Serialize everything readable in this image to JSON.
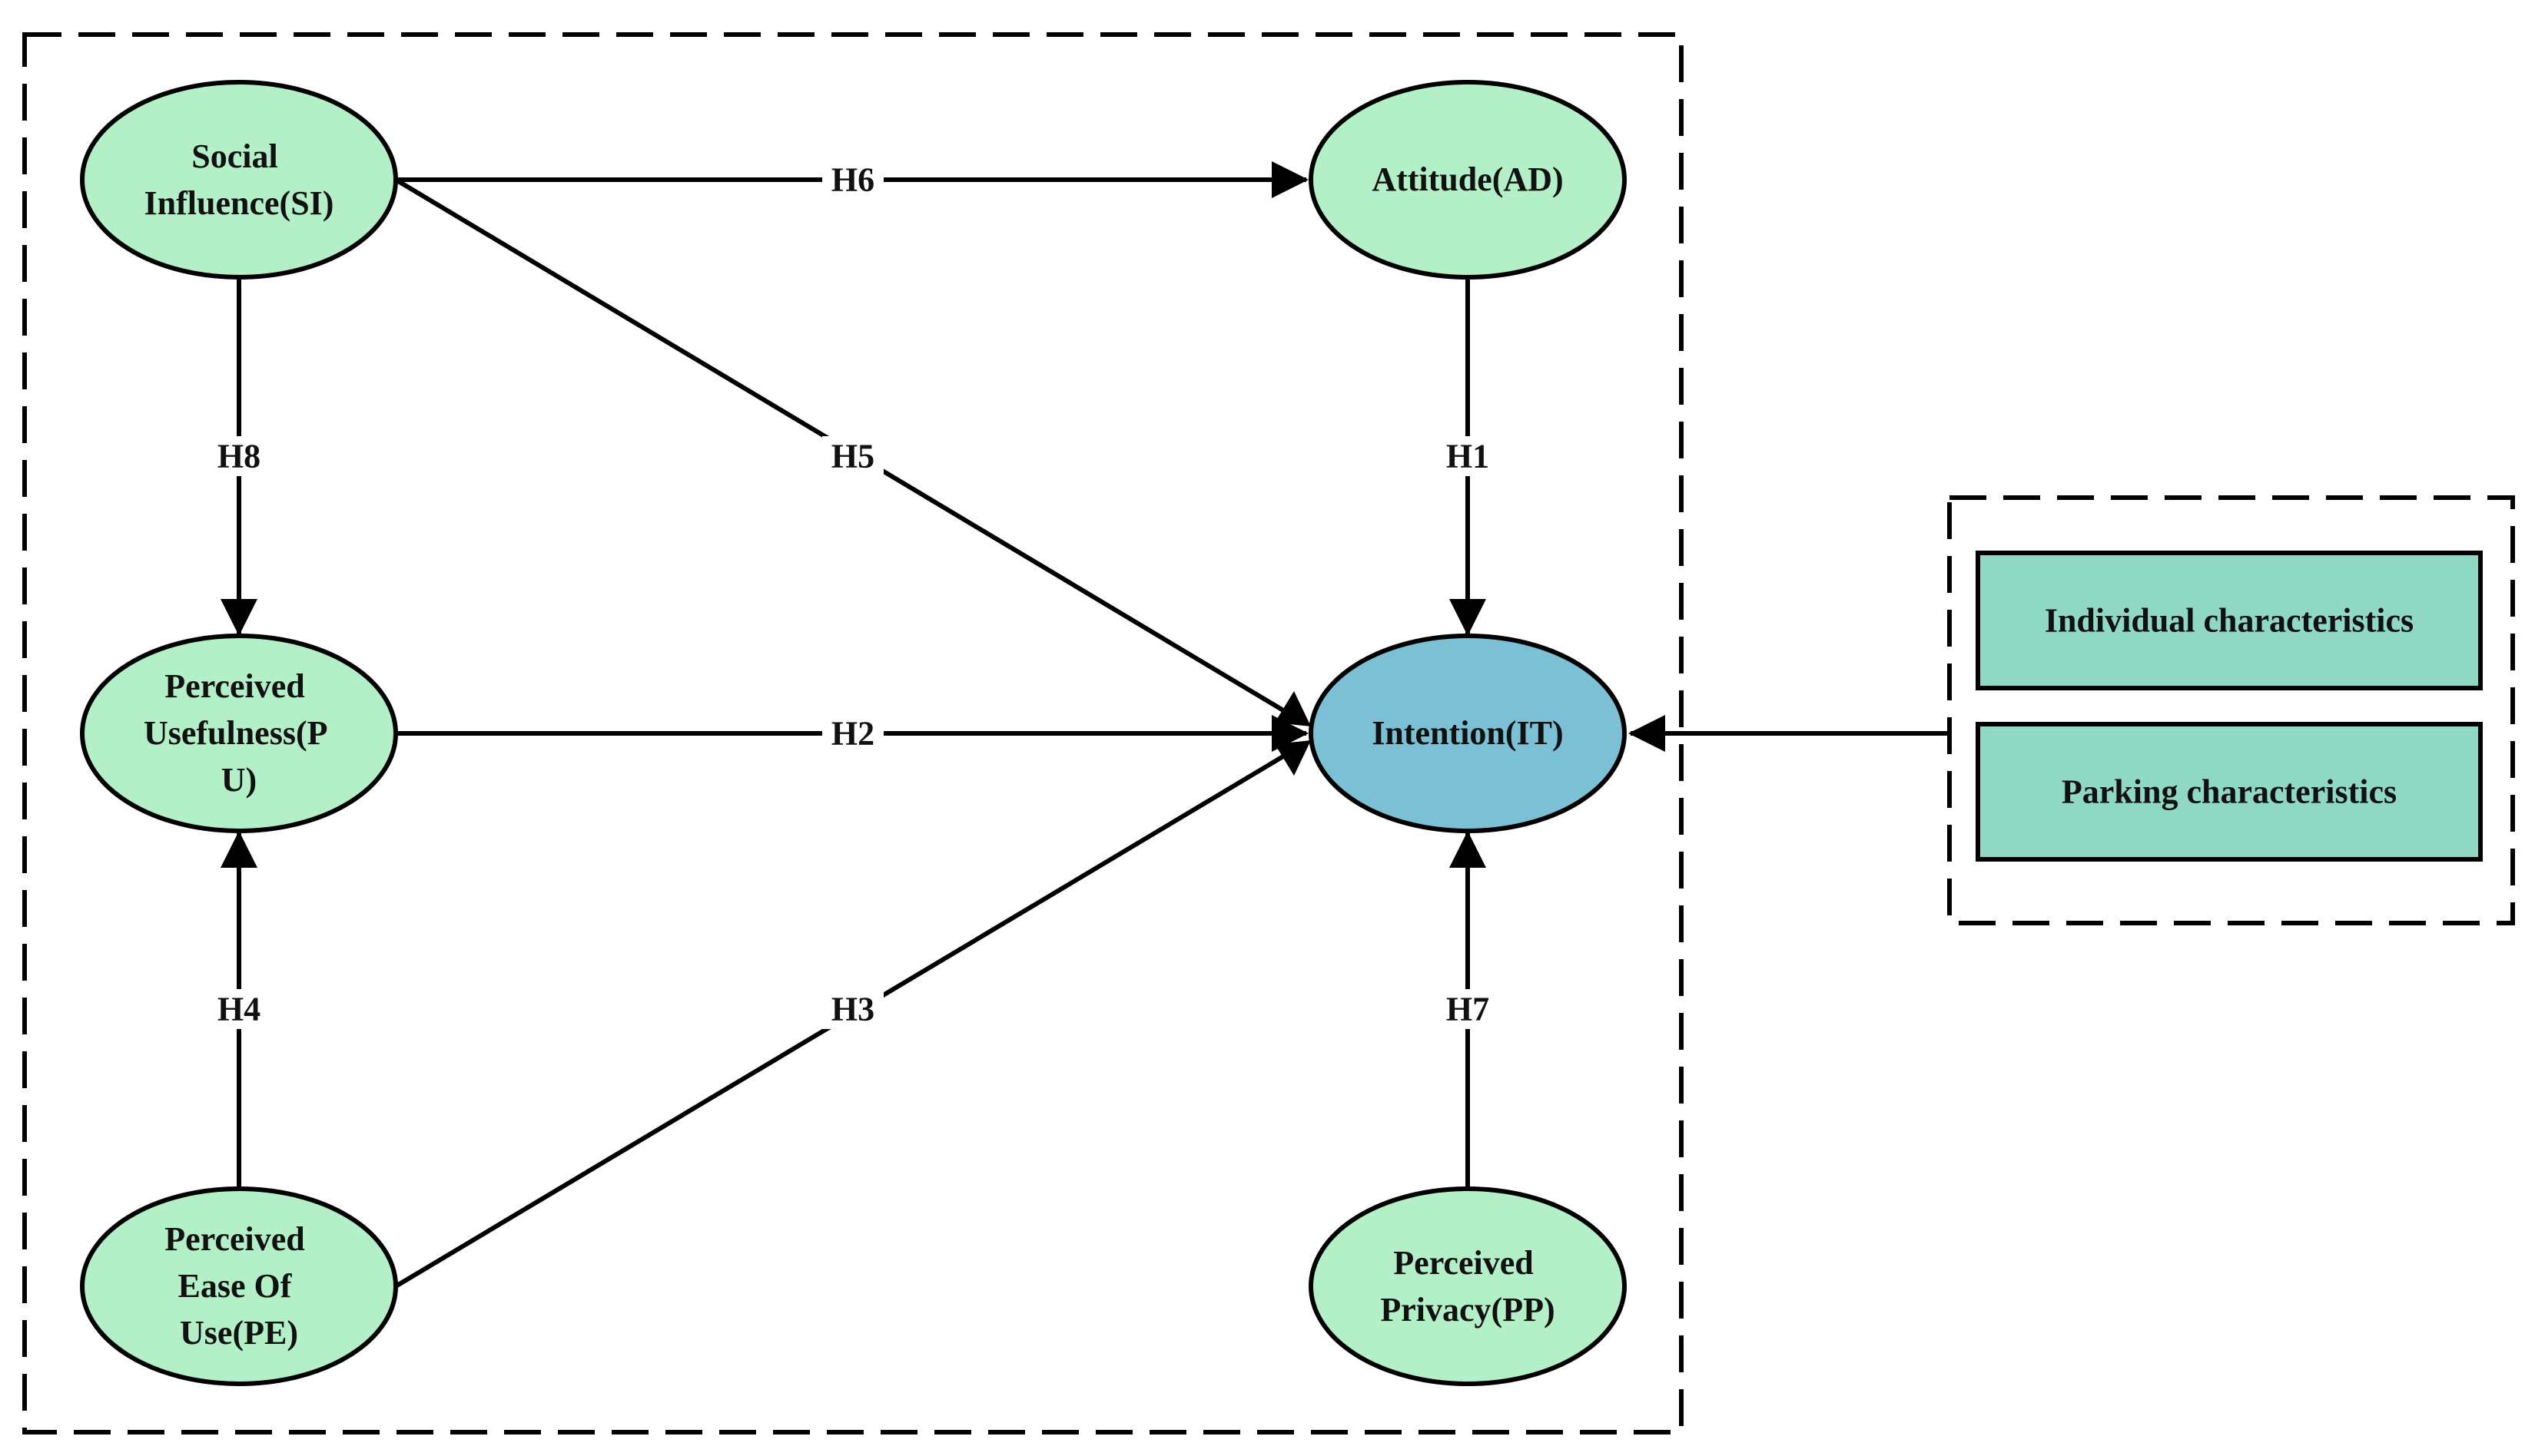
{
  "colors": {
    "construct_fill": "#b3f0c8",
    "intention_fill": "#7cc0d6",
    "box_fill": "#8ed8c4",
    "line": "#000000"
  },
  "nodes": {
    "si": [
      "Social",
      "Influence(SI)"
    ],
    "ad": [
      "Attitude(AD)"
    ],
    "pu": [
      "Perceived",
      "Usefulness(P",
      "U)"
    ],
    "it": [
      "Intention(IT)"
    ],
    "pe": [
      "Perceived",
      "Ease Of",
      "Use(PE)"
    ],
    "pp": [
      "Perceived",
      "Privacy(PP)"
    ]
  },
  "edges": {
    "h1": "H1",
    "h2": "H2",
    "h3": "H3",
    "h4": "H4",
    "h5": "H5",
    "h6": "H6",
    "h7": "H7",
    "h8": "H8"
  },
  "control_variables": {
    "individual": "Individual characteristics",
    "parking": "Parking characteristics"
  }
}
